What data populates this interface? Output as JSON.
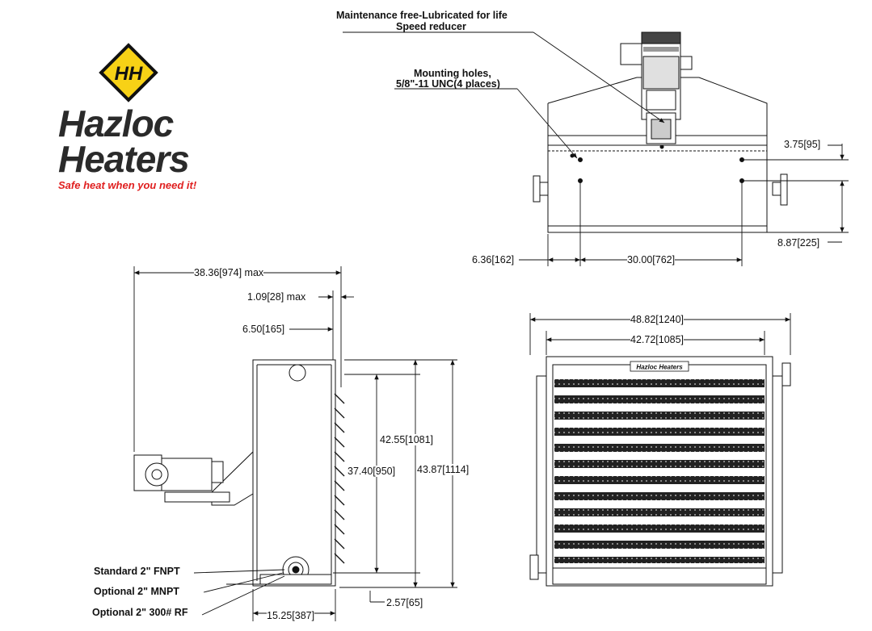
{
  "brand": {
    "logo_letters": "HH",
    "name_line1": "Hazloc",
    "name_line2": "Heaters",
    "tagline": "Safe heat when you need it!",
    "badge": "Hazloc Heaters"
  },
  "callouts": {
    "speed_reducer_line1": "Maintenance free-Lubricated for life",
    "speed_reducer_line2": "Speed reducer",
    "mount_holes_line1": "Mounting holes,",
    "mount_holes_line2": "5/8\"-11 UNC(4 places)",
    "standard": "Standard 2\" FNPT",
    "optional_mnpt": "Optional 2\"  MNPT",
    "optional_rf": "Optional  2\" 300# RF"
  },
  "dimensions": {
    "top_375": "3.75[95]",
    "top_887": "8.87[225]",
    "top_636": "6.36[162]",
    "top_3000": "30.00[762]",
    "side_3836": "38.36[974] max",
    "side_109": "1.09[28] max",
    "side_650": "6.50[165]",
    "side_4255": "42.55[1081]",
    "side_3740": "37.40[950]",
    "side_4387": "43.87[1114]",
    "side_1525": "15.25[387]",
    "side_257": "2.57[65]",
    "front_4882": "48.82[1240]",
    "front_4272": "42.72[1085]"
  }
}
